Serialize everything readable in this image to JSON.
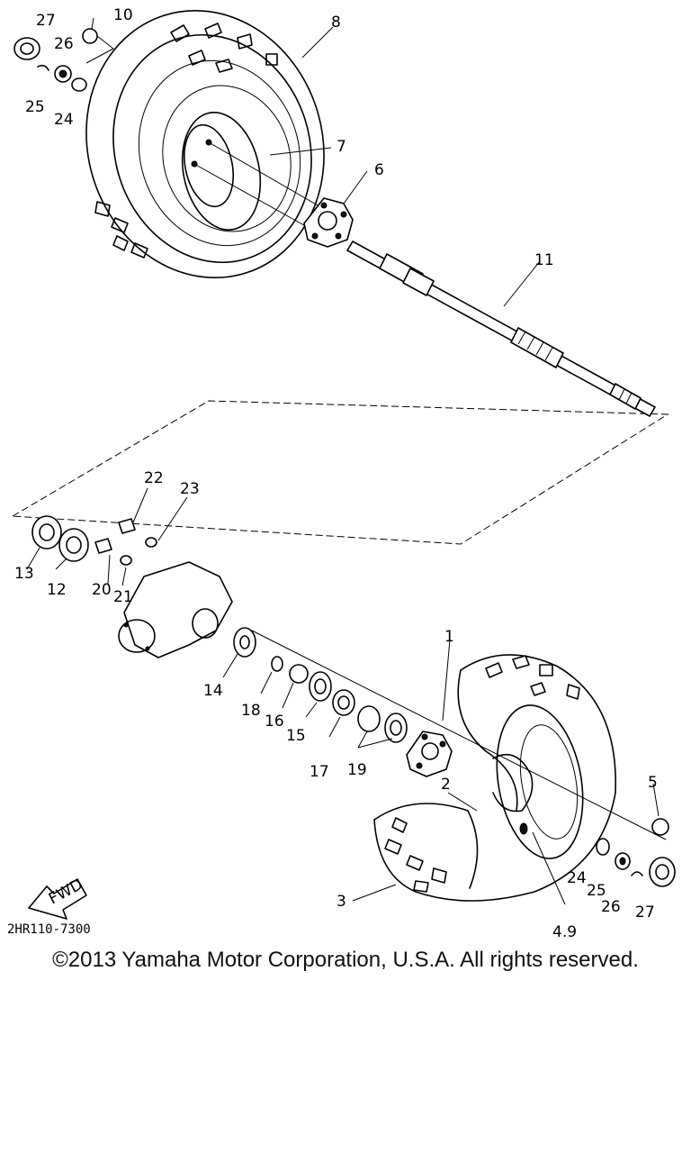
{
  "diagram_code": "2HR110-7300",
  "fwd_label": "FWD",
  "copyright": "©2013 Yamaha Motor Corporation, U.S.A. All rights reserved.",
  "callouts": {
    "c1": "1",
    "c2": "2",
    "c3": "3",
    "c4_9": "4,9",
    "c5": "5",
    "c6": "6",
    "c7": "7",
    "c8": "8",
    "c10": "10",
    "c11": "11",
    "c12": "12",
    "c13": "13",
    "c14": "14",
    "c15": "15",
    "c16": "16",
    "c17": "17",
    "c18": "18",
    "c19": "19",
    "c20": "20",
    "c21": "21",
    "c22": "22",
    "c23": "23",
    "c24_top": "24",
    "c25_top": "25",
    "c26_top": "26",
    "c27_top": "27",
    "c24_bot": "24",
    "c25_bot": "25",
    "c26_bot": "26",
    "c27_bot": "27"
  }
}
